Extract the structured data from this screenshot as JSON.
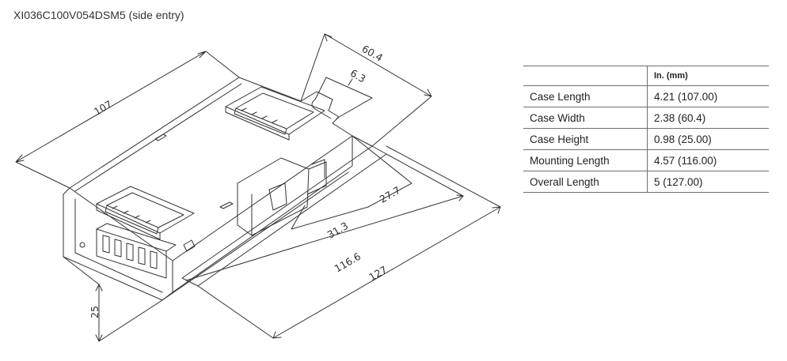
{
  "title": "XI036C100V054DSM5 (side entry)",
  "dimensions": {
    "d107": "107",
    "d60_4": "60.4",
    "d6_3": "6.3",
    "d27_7": "27.7",
    "d31_3": "31.3",
    "d116_6": "116.6",
    "d127": "127",
    "d25": "25"
  },
  "table": {
    "headers": [
      "",
      "In. (mm)"
    ],
    "rows": [
      {
        "label": "Case Length",
        "value": "4.21 (107.00)"
      },
      {
        "label": "Case Width",
        "value": "2.38 (60.4)"
      },
      {
        "label": "Case Height",
        "value": "0.98 (25.00)"
      },
      {
        "label": "Mounting Length",
        "value": "4.57 (116.00)"
      },
      {
        "label": "Overall Length",
        "value": "5 (127.00)"
      }
    ]
  },
  "colors": {
    "line": "#333333",
    "table_rule": "#6e6e6e"
  }
}
